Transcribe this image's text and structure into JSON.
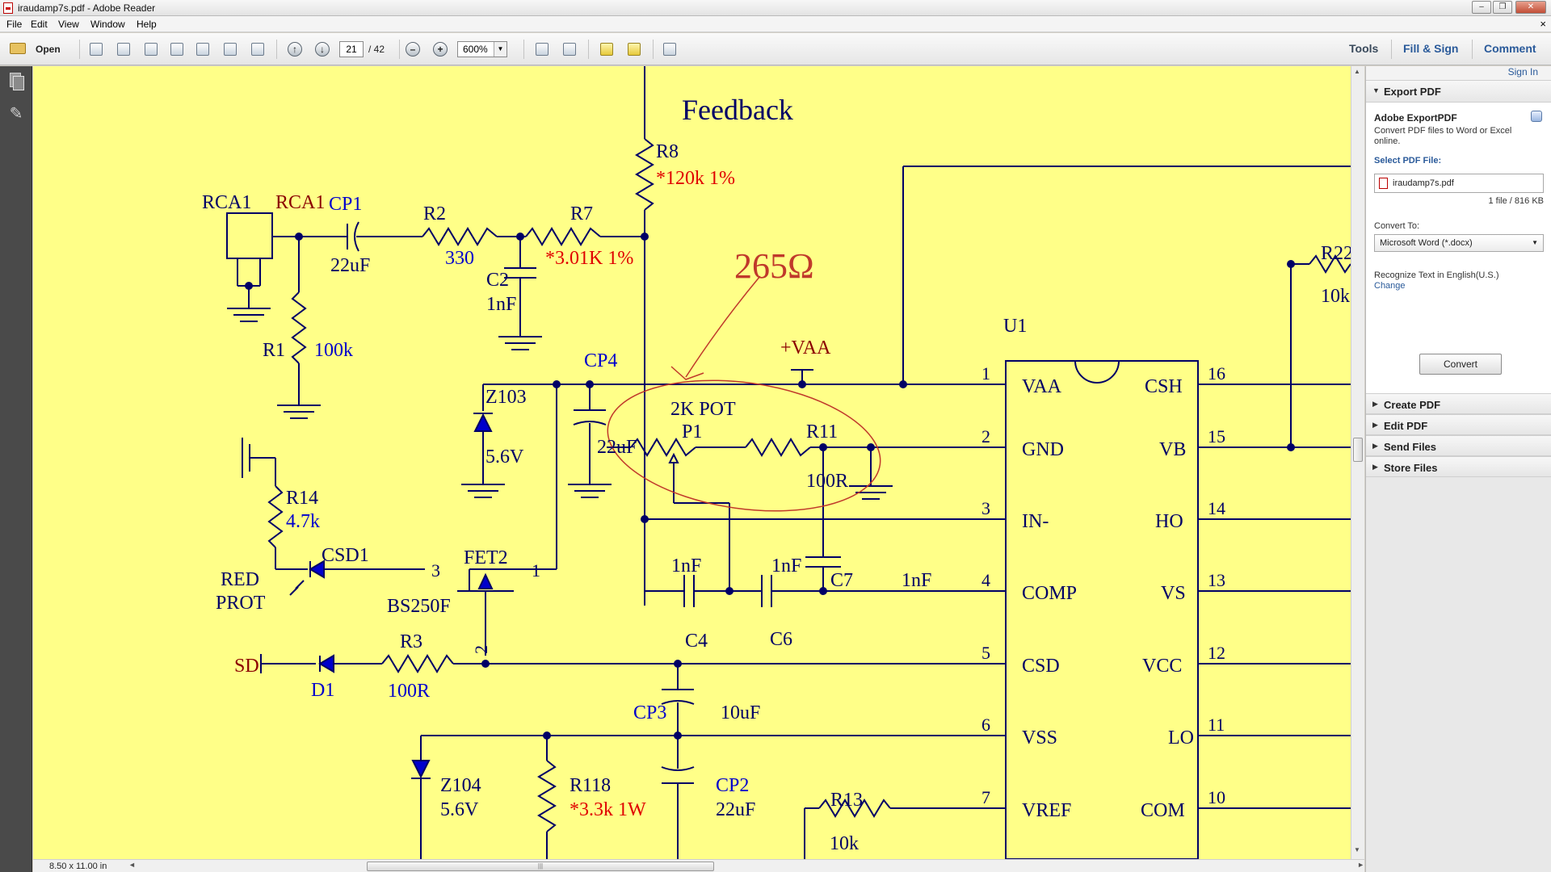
{
  "window": {
    "title": "iraudamp7s.pdf - Adobe Reader",
    "controls": [
      "–",
      "❐",
      "✕"
    ]
  },
  "menu": [
    "File",
    "Edit",
    "View",
    "Window",
    "Help"
  ],
  "menu_close": "×",
  "toolbar": {
    "open_label": "Open",
    "page_current": "21",
    "page_total": "/ 42",
    "zoom": "600%",
    "minus": "–",
    "plus": "+",
    "links": [
      "Tools",
      "Fill & Sign",
      "Comment"
    ]
  },
  "right_pane": {
    "sign_in": "Sign In",
    "export_title": "Export PDF",
    "export_heading": "Adobe ExportPDF",
    "export_desc": [
      "Convert PDF files to Word or Excel",
      "online."
    ],
    "select_label": "Select PDF File:",
    "file_name": "iraudamp7s.pdf",
    "file_info": "1 file / 816 KB",
    "convert_to_label": "Convert To:",
    "convert_to_value": "Microsoft Word (*.docx)",
    "recognize": "Recognize Text in English(U.S.)",
    "change": "Change",
    "convert_button": "Convert",
    "sections": [
      "Create PDF",
      "Edit PDF",
      "Send Files",
      "Store Files"
    ]
  },
  "status": {
    "page_size": "8.50 x 11.00 in"
  },
  "schematic": {
    "title": "Feedback",
    "annotation": "265Ω",
    "labels": {
      "rca1_a": "RCA1",
      "rca1_b": "RCA1",
      "cp1": "CP1",
      "cp1_val": "22uF",
      "r2": "R2",
      "r2_val": "330",
      "r7": "R7",
      "r7_val": "*3.01K 1%",
      "c2": "C2",
      "c2_val": "1nF",
      "r8": "R8",
      "r8_val": "*120k 1%",
      "r1": "R1",
      "r1_val": "100k",
      "cp4": "CP4",
      "cp4_val": "22uF",
      "vaa": "+VAA",
      "z103": "Z103",
      "z103_val": "5.6V",
      "pot": "2K POT",
      "p1": "P1",
      "r11": "R11",
      "r11_val": "100R",
      "r14": "R14",
      "r14_val": "4.7k",
      "csd1": "CSD1",
      "red": "RED",
      "prot": "PROT",
      "fet2": "FET2",
      "fet2_val": "BS250F",
      "pin3": "3",
      "pin1": "1",
      "pin2": "2",
      "c4_val": "1nF",
      "c4": "C4",
      "c6_val": "1nF",
      "c6": "C6",
      "c7": "C7",
      "c7_val": "1nF",
      "sd": "SD",
      "d1": "D1",
      "r3": "R3",
      "r3_val": "100R",
      "cp3": "CP3",
      "cp3_val": "10uF",
      "z104": "Z104",
      "z104_val": "5.6V",
      "r118": "R118",
      "r118_val": "*3.3k 1W",
      "cp2": "CP2",
      "cp2_val": "22uF",
      "r13": "R13",
      "r13_val": "10k",
      "u1": "U1",
      "r22": "R22",
      "r22_val": "10k"
    },
    "ic_left": [
      {
        "num": "1",
        "name": "VAA"
      },
      {
        "num": "2",
        "name": "GND"
      },
      {
        "num": "3",
        "name": "IN-"
      },
      {
        "num": "4",
        "name": "COMP"
      },
      {
        "num": "5",
        "name": "CSD"
      },
      {
        "num": "6",
        "name": "VSS"
      },
      {
        "num": "7",
        "name": "VREF"
      }
    ],
    "ic_right": [
      {
        "num": "16",
        "name": "CSH"
      },
      {
        "num": "15",
        "name": "VB"
      },
      {
        "num": "14",
        "name": "HO"
      },
      {
        "num": "13",
        "name": "VS"
      },
      {
        "num": "12",
        "name": "VCC"
      },
      {
        "num": "11",
        "name": "LO"
      },
      {
        "num": "10",
        "name": "COM"
      }
    ]
  }
}
